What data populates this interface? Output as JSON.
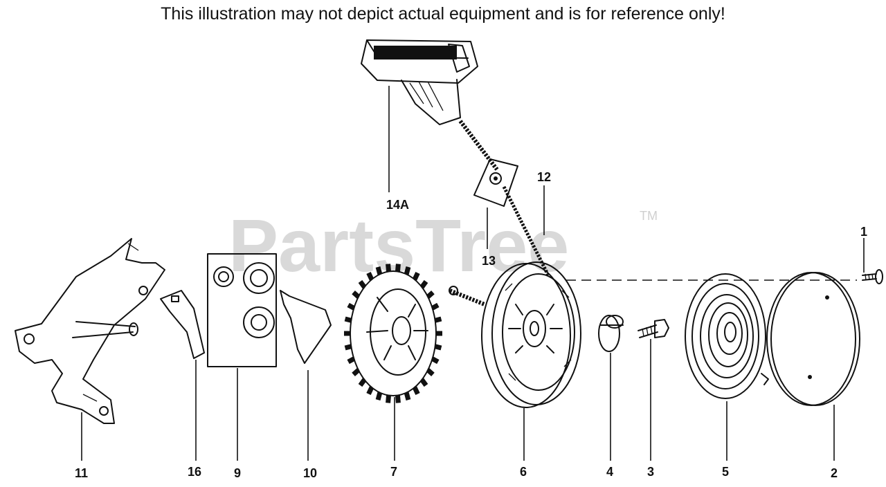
{
  "disclaimer": "This illustration may not depict actual equipment and is for reference only!",
  "watermark": {
    "text": "PartsTree",
    "trademark": "TM"
  },
  "callouts": {
    "p1": "1",
    "p2": "2",
    "p3": "3",
    "p4": "4",
    "p5": "5",
    "p6": "6",
    "p7": "7",
    "p9": "9",
    "p10": "10",
    "p11": "11",
    "p12": "12",
    "p13": "13",
    "p14a": "14A",
    "p16": "16"
  }
}
